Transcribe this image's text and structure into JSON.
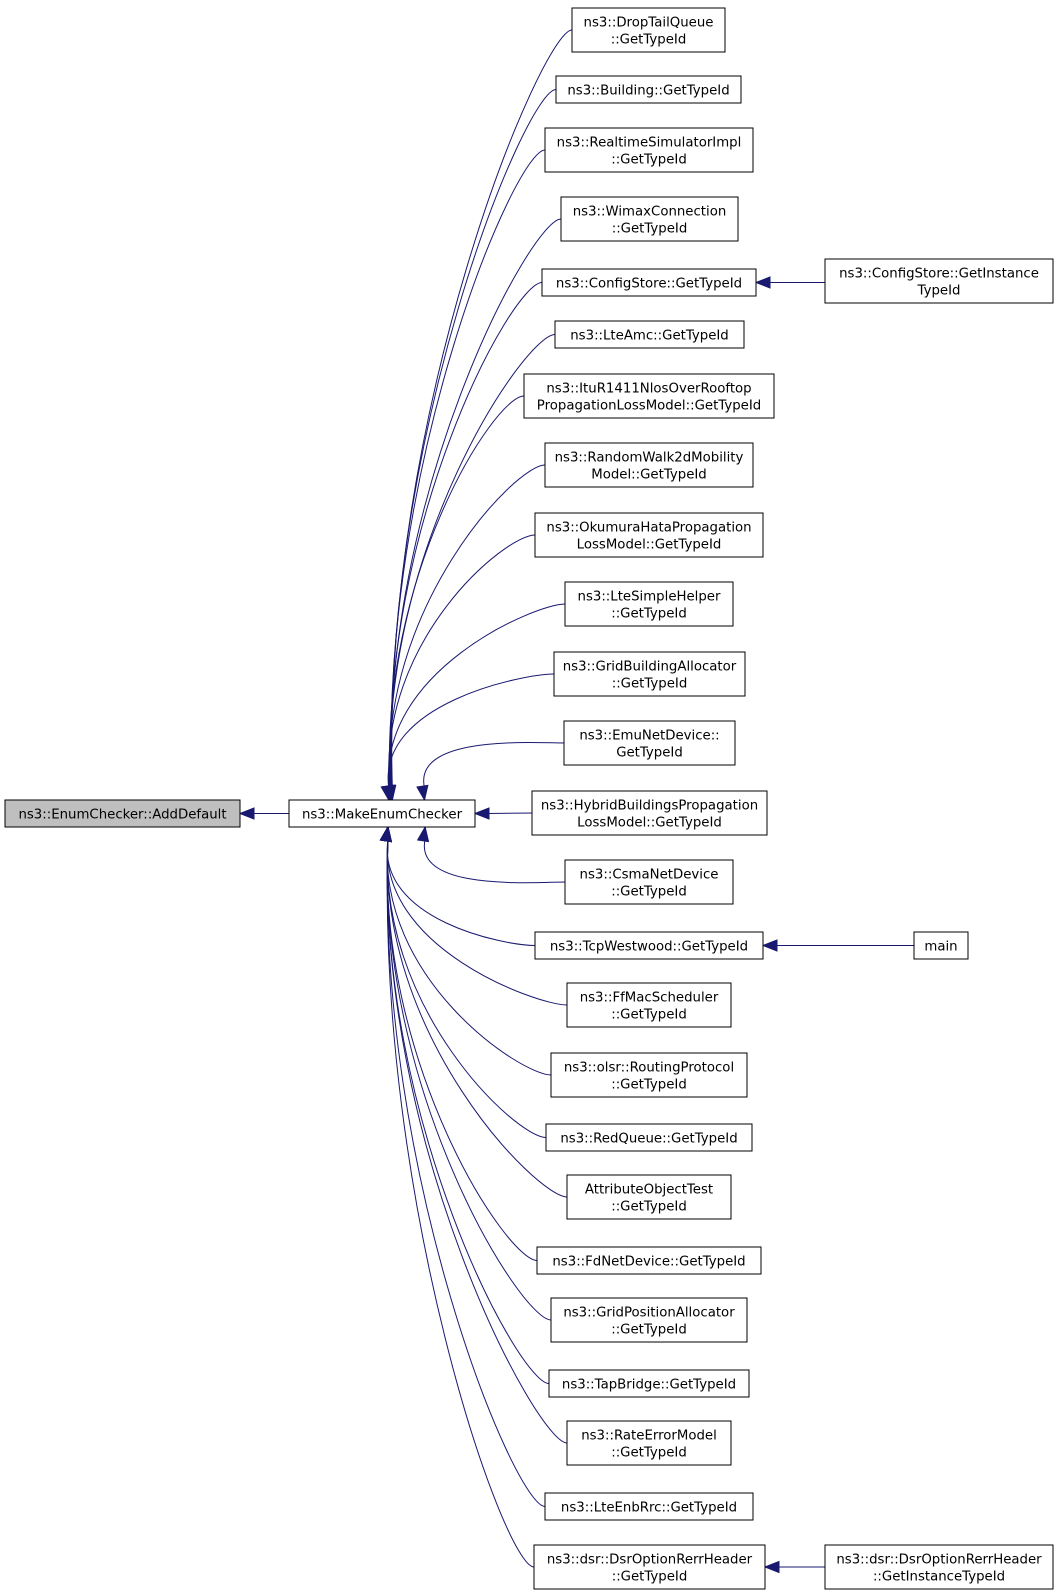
{
  "diagram": {
    "root": {
      "lines": [
        "ns3::EnumChecker::AddDefault"
      ]
    },
    "center": {
      "lines": [
        "ns3::MakeEnumChecker"
      ]
    },
    "callers": [
      {
        "lines": [
          "ns3::DropTailQueue",
          "::GetTypeId"
        ]
      },
      {
        "lines": [
          "ns3::Building::GetTypeId"
        ]
      },
      {
        "lines": [
          "ns3::RealtimeSimulatorImpl",
          "::GetTypeId"
        ]
      },
      {
        "lines": [
          "ns3::WimaxConnection",
          "::GetTypeId"
        ]
      },
      {
        "lines": [
          "ns3::ConfigStore::GetTypeId"
        ]
      },
      {
        "lines": [
          "ns3::LteAmc::GetTypeId"
        ]
      },
      {
        "lines": [
          "ns3::ItuR1411NlosOverRooftop",
          "PropagationLossModel::GetTypeId"
        ]
      },
      {
        "lines": [
          "ns3::RandomWalk2dMobility",
          "Model::GetTypeId"
        ]
      },
      {
        "lines": [
          "ns3::OkumuraHataPropagation",
          "LossModel::GetTypeId"
        ]
      },
      {
        "lines": [
          "ns3::LteSimpleHelper",
          "::GetTypeId"
        ]
      },
      {
        "lines": [
          "ns3::GridBuildingAllocator",
          "::GetTypeId"
        ]
      },
      {
        "lines": [
          "ns3::EmuNetDevice::",
          "GetTypeId"
        ]
      },
      {
        "lines": [
          "ns3::HybridBuildingsPropagation",
          "LossModel::GetTypeId"
        ]
      },
      {
        "lines": [
          "ns3::CsmaNetDevice",
          "::GetTypeId"
        ]
      },
      {
        "lines": [
          "ns3::TcpWestwood::GetTypeId"
        ]
      },
      {
        "lines": [
          "ns3::FfMacScheduler",
          "::GetTypeId"
        ]
      },
      {
        "lines": [
          "ns3::olsr::RoutingProtocol",
          "::GetTypeId"
        ]
      },
      {
        "lines": [
          "ns3::RedQueue::GetTypeId"
        ]
      },
      {
        "lines": [
          "AttributeObjectTest",
          "::GetTypeId"
        ]
      },
      {
        "lines": [
          "ns3::FdNetDevice::GetTypeId"
        ]
      },
      {
        "lines": [
          "ns3::GridPositionAllocator",
          "::GetTypeId"
        ]
      },
      {
        "lines": [
          "ns3::TapBridge::GetTypeId"
        ]
      },
      {
        "lines": [
          "ns3::RateErrorModel",
          "::GetTypeId"
        ]
      },
      {
        "lines": [
          "ns3::LteEnbRrc::GetTypeId"
        ]
      },
      {
        "lines": [
          "ns3::dsr::DsrOptionRerrHeader",
          "::GetTypeId"
        ]
      }
    ],
    "second_level": [
      {
        "caller_index": 4,
        "lines": [
          "ns3::ConfigStore::GetInstance",
          "TypeId"
        ]
      },
      {
        "caller_index": 14,
        "lines": [
          "main"
        ]
      },
      {
        "caller_index": 24,
        "lines": [
          "ns3::dsr::DsrOptionRerrHeader",
          "::GetInstanceTypeId"
        ]
      }
    ],
    "colors": {
      "edge": "#191970",
      "root_fill": "#bfbfbf",
      "node_fill": "#ffffff",
      "border": "#000000"
    }
  }
}
